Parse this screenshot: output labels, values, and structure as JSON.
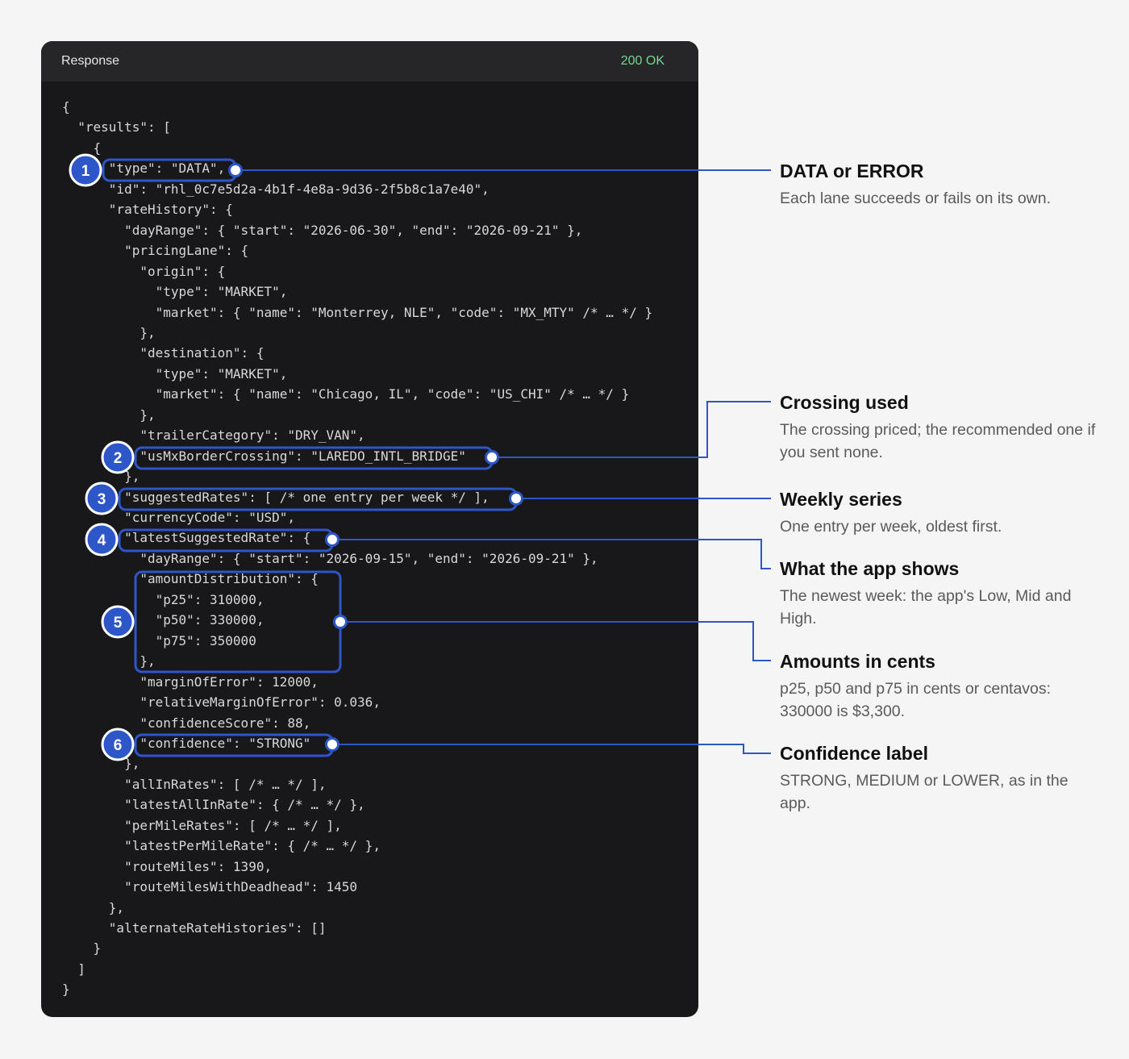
{
  "response": {
    "title": "Response",
    "status": "200 OK"
  },
  "code_lines": [
    "{",
    "  \"results\": [",
    "    {",
    "      \"type\": \"DATA\",",
    "      \"id\": \"rhl_0c7e5d2a-4b1f-4e8a-9d36-2f5b8c1a7e40\",",
    "      \"rateHistory\": {",
    "        \"dayRange\": { \"start\": \"2026-06-30\", \"end\": \"2026-09-21\" },",
    "        \"pricingLane\": {",
    "          \"origin\": {",
    "            \"type\": \"MARKET\",",
    "            \"market\": { \"name\": \"Monterrey, NLE\", \"code\": \"MX_MTY\" /* … */ }",
    "          },",
    "          \"destination\": {",
    "            \"type\": \"MARKET\",",
    "            \"market\": { \"name\": \"Chicago, IL\", \"code\": \"US_CHI\" /* … */ }",
    "          },",
    "          \"trailerCategory\": \"DRY_VAN\",",
    "          \"usMxBorderCrossing\": \"LAREDO_INTL_BRIDGE\"",
    "        },",
    "        \"suggestedRates\": [ /* one entry per week */ ],",
    "        \"currencyCode\": \"USD\",",
    "        \"latestSuggestedRate\": {",
    "          \"dayRange\": { \"start\": \"2026-09-15\", \"end\": \"2026-09-21\" },",
    "          \"amountDistribution\": {",
    "            \"p25\": 310000,",
    "            \"p50\": 330000,",
    "            \"p75\": 350000",
    "          },",
    "          \"marginOfError\": 12000,",
    "          \"relativeMarginOfError\": 0.036,",
    "          \"confidenceScore\": 88,",
    "          \"confidence\": \"STRONG\"",
    "        },",
    "        \"allInRates\": [ /* … */ ],",
    "        \"latestAllInRate\": { /* … */ },",
    "        \"perMileRates\": [ /* … */ ],",
    "        \"latestPerMileRate\": { /* … */ },",
    "        \"routeMiles\": 1390,",
    "        \"routeMilesWithDeadhead\": 1450",
    "      },",
    "      \"alternateRateHistories\": []",
    "    }",
    "  ]",
    "}"
  ],
  "callouts": [
    {
      "number": "1",
      "title": "DATA or ERROR",
      "body": "Each lane succeeds or fails on its own."
    },
    {
      "number": "2",
      "title": "Crossing used",
      "body": "The crossing priced; the recommended one if you sent none."
    },
    {
      "number": "3",
      "title": "Weekly series",
      "body": "One entry per week, oldest first."
    },
    {
      "number": "4",
      "title": "What the app shows",
      "body": "The newest week: the app's Low, Mid and High."
    },
    {
      "number": "5",
      "title": "Amounts in cents",
      "body": "p25, p50 and p75 in cents or centavos: 330000 is $3,300."
    },
    {
      "number": "6",
      "title": "Confidence label",
      "body": "STRONG, MEDIUM or LOWER, as in the app."
    }
  ],
  "colors": {
    "accent": "#2d56c8",
    "status_ok": "#6fdc92",
    "panel_bg": "#18181a"
  }
}
